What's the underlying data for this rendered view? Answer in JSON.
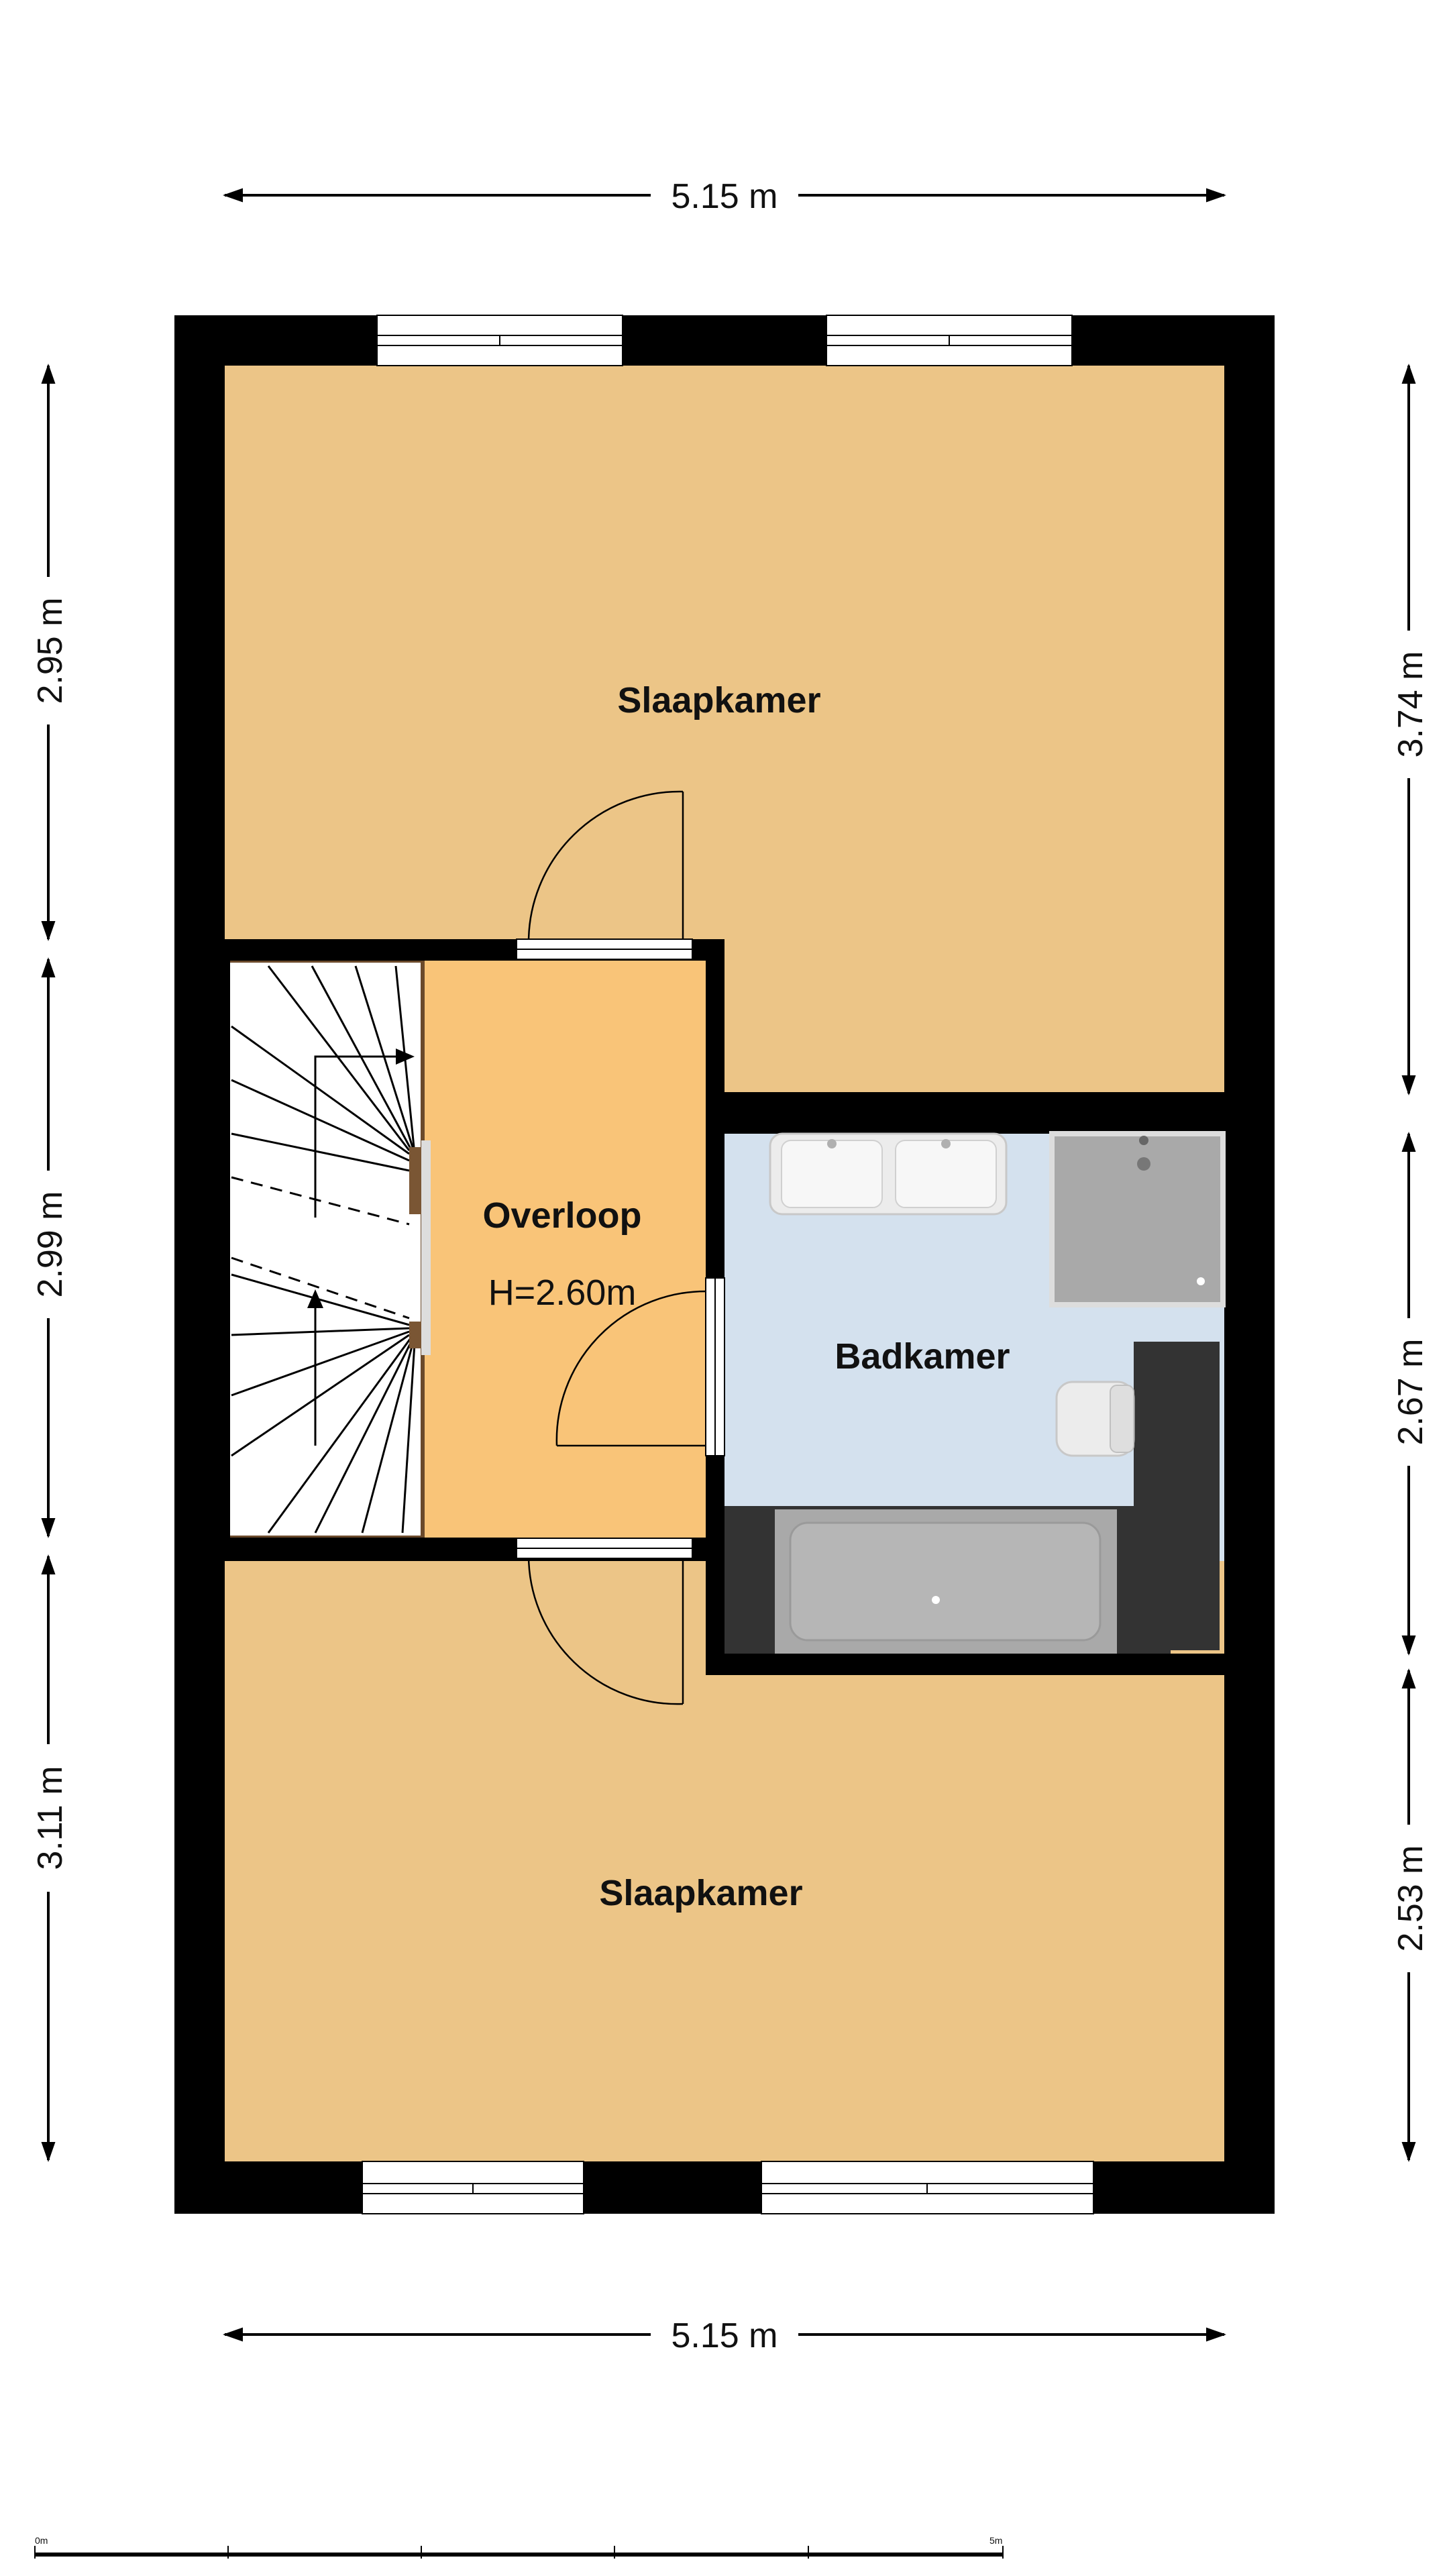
{
  "dimensions": {
    "top_width": "5.15 m",
    "bottom_width": "5.15 m",
    "left_segments": [
      "2.95 m",
      "2.99 m",
      "3.11 m"
    ],
    "right_segments": [
      "3.74 m",
      "2.67 m",
      "2.53 m"
    ]
  },
  "rooms": {
    "bedroom_top": "Slaapkamer",
    "bedroom_bottom": "Slaapkamer",
    "landing": "Overloop",
    "landing_height": "H=2.60m",
    "bathroom": "Badkamer"
  },
  "scale_bar": {
    "start_label": "0m",
    "end_label": "5m"
  },
  "colors": {
    "wall": "#000000",
    "bedroom_floor": "#ecc587",
    "landing_floor": "#f9c478",
    "bathroom_floor": "#d4e1ee",
    "fixture": "#a9a9a9",
    "window": "#ffffff"
  }
}
